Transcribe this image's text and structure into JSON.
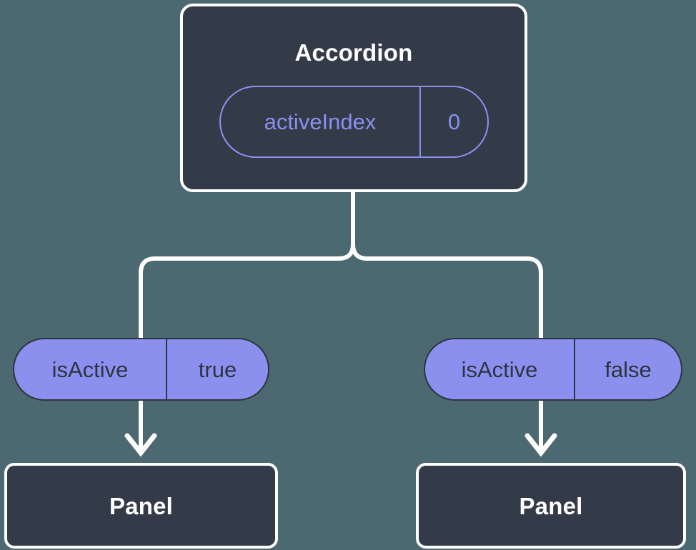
{
  "diagram": {
    "title_node": {
      "label": "Accordion",
      "state_badge": {
        "key": "activeIndex",
        "value": "0"
      }
    },
    "branches": [
      {
        "prop_badge": {
          "key": "isActive",
          "value": "true"
        },
        "child": {
          "label": "Panel"
        }
      },
      {
        "prop_badge": {
          "key": "isActive",
          "value": "false"
        },
        "child": {
          "label": "Panel"
        }
      }
    ]
  },
  "colors": {
    "background": "#4c6870",
    "node_fill": "#333b49",
    "node_border": "#ffffff",
    "accent": "#8b90ee",
    "accent_text_dark": "#2c3440",
    "connector": "#ffffff"
  }
}
